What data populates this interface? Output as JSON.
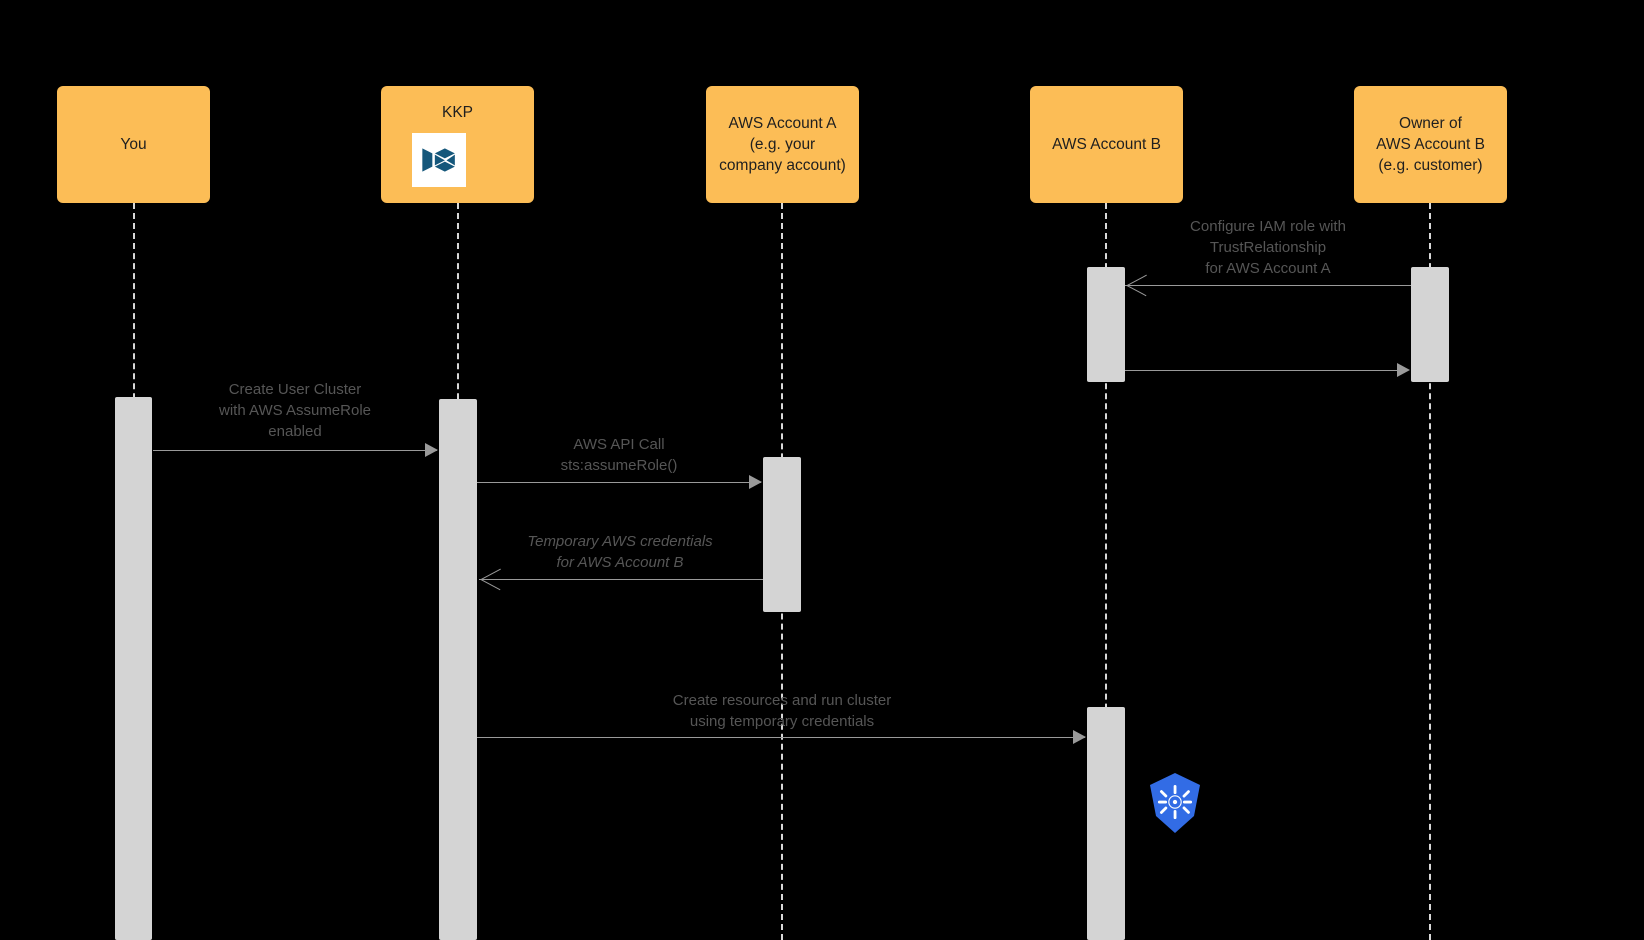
{
  "diagram": {
    "title": "AWS AssumeRole sequence",
    "background_color": "#000000",
    "participant_color": "#FCBD56",
    "activation_color": "#D4D4D4",
    "line_color": "#9a9a9a",
    "label_color": "#565656"
  },
  "participants": [
    {
      "id": "you",
      "label": "You"
    },
    {
      "id": "kkp",
      "label": "KKP",
      "logo": "kubermatic-logo"
    },
    {
      "id": "account_a",
      "label": "AWS Account A\n(e.g. your\ncompany account)"
    },
    {
      "id": "account_b",
      "label": "AWS Account B"
    },
    {
      "id": "owner_b",
      "label": "Owner of\nAWS Account B\n(e.g. customer)"
    }
  ],
  "messages": [
    {
      "id": "configure_iam",
      "label": "Configure IAM role with\nTrustRelationship\nfor AWS Account A",
      "from": "owner_b",
      "to": "account_b",
      "direction": "left",
      "italic": false
    },
    {
      "id": "return_owner",
      "label": "",
      "from": "account_b",
      "to": "owner_b",
      "direction": "right",
      "italic": false
    },
    {
      "id": "create_user_cluster",
      "label": "Create User Cluster\nwith AWS AssumeRole\nenabled",
      "from": "you",
      "to": "kkp",
      "direction": "right",
      "italic": false
    },
    {
      "id": "aws_api_call",
      "label": "AWS API Call\nsts:assumeRole()",
      "from": "kkp",
      "to": "account_a",
      "direction": "right",
      "italic": false
    },
    {
      "id": "temp_credentials",
      "label": "Temporary AWS credentials\nfor AWS Account B",
      "from": "account_a",
      "to": "kkp",
      "direction": "left",
      "italic": true
    },
    {
      "id": "create_resources",
      "label": "Create resources and run cluster\nusing temporary credentials",
      "from": "kkp",
      "to": "account_b",
      "direction": "right",
      "italic": false
    }
  ],
  "icons": {
    "kubermatic": "kubermatic-logo",
    "kubernetes": "kubernetes-logo"
  }
}
